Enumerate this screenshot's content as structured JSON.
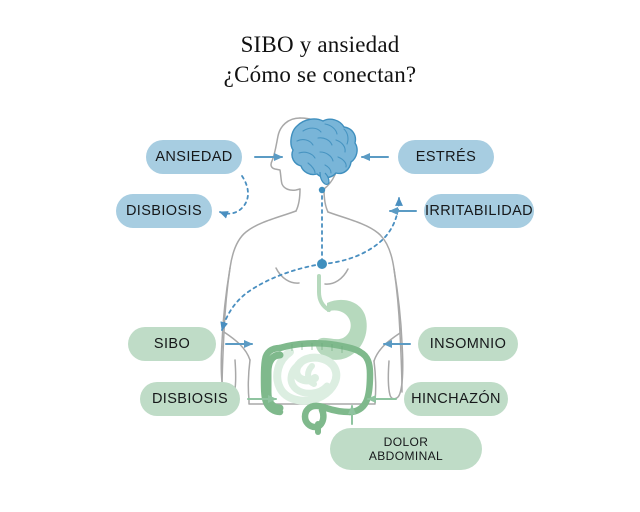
{
  "title": {
    "line1": "SIBO y ansiedad",
    "line2": "¿Cómo se conectan?"
  },
  "colors": {
    "background": "#ffffff",
    "pill_blue": "#a7cde1",
    "pill_green": "#bfdcc7",
    "arrow_blue": "#5b9bc4",
    "arrow_green": "#8fc4a0",
    "body_outline": "#a8a8a8",
    "brain_fill": "#79b5d8",
    "brain_stroke": "#3f8fbe",
    "stomach_fill": "#b6d9bd",
    "colon_stroke": "#7fb98c",
    "small_intestine_fill": "#dceee1",
    "dashed_line": "#4a8fc0",
    "text": "#16181a",
    "title_text": "#111111"
  },
  "labels": {
    "ansiedad": "ANSIEDAD",
    "disbiosis_top": "DISBIOSIS",
    "estres": "ESTRÉS",
    "irritabilidad": "IRRITABILIDAD",
    "sibo": "SIBO",
    "disbiosis_bottom": "DISBIOSIS",
    "insomnio": "INSOMNIO",
    "hinchazon": "HINCHAZÓN",
    "dolor_abdominal": "DOLOR\nABDOMINAL"
  },
  "figure": {
    "body": "human-body-outline-front-facing-with-left-facing-head",
    "brain": "brain-illustration",
    "digestive": "digestive-system-stomach-colon-small-intestine",
    "vagus_node": "vagus-nerve-junction-node"
  },
  "connections": [
    {
      "name": "ansiedad-to-brain",
      "style": "solid",
      "color": "#5b9bc4",
      "direction": "right"
    },
    {
      "name": "estres-to-brain",
      "style": "solid",
      "color": "#5b9bc4",
      "direction": "left"
    },
    {
      "name": "ansiedad-to-disbiosis",
      "style": "dashed",
      "color": "#4a8fc0",
      "direction": "down-left"
    },
    {
      "name": "irritabilidad-to-brain",
      "style": "solid",
      "color": "#5b9bc4",
      "direction": "left"
    },
    {
      "name": "node-to-irritabilidad",
      "style": "dashed",
      "color": "#4a8fc0",
      "direction": "up-right"
    },
    {
      "name": "brain-to-node",
      "style": "dashed",
      "color": "#4a8fc0",
      "direction": "down"
    },
    {
      "name": "node-to-sibo",
      "style": "dashed",
      "color": "#4a8fc0",
      "direction": "down-left"
    },
    {
      "name": "sibo-to-gut",
      "style": "solid",
      "color": "#5b9bc4",
      "direction": "right"
    },
    {
      "name": "insomnio-to-gut",
      "style": "solid",
      "color": "#5b9bc4",
      "direction": "left"
    },
    {
      "name": "disbiosis-to-gut",
      "style": "solid",
      "color": "#8fc4a0",
      "direction": "right"
    },
    {
      "name": "hinchazon-to-gut",
      "style": "solid",
      "color": "#8fc4a0",
      "direction": "left"
    },
    {
      "name": "dolor-abdominal-to-gut",
      "style": "solid",
      "color": "#8fc4a0",
      "direction": "up"
    }
  ]
}
